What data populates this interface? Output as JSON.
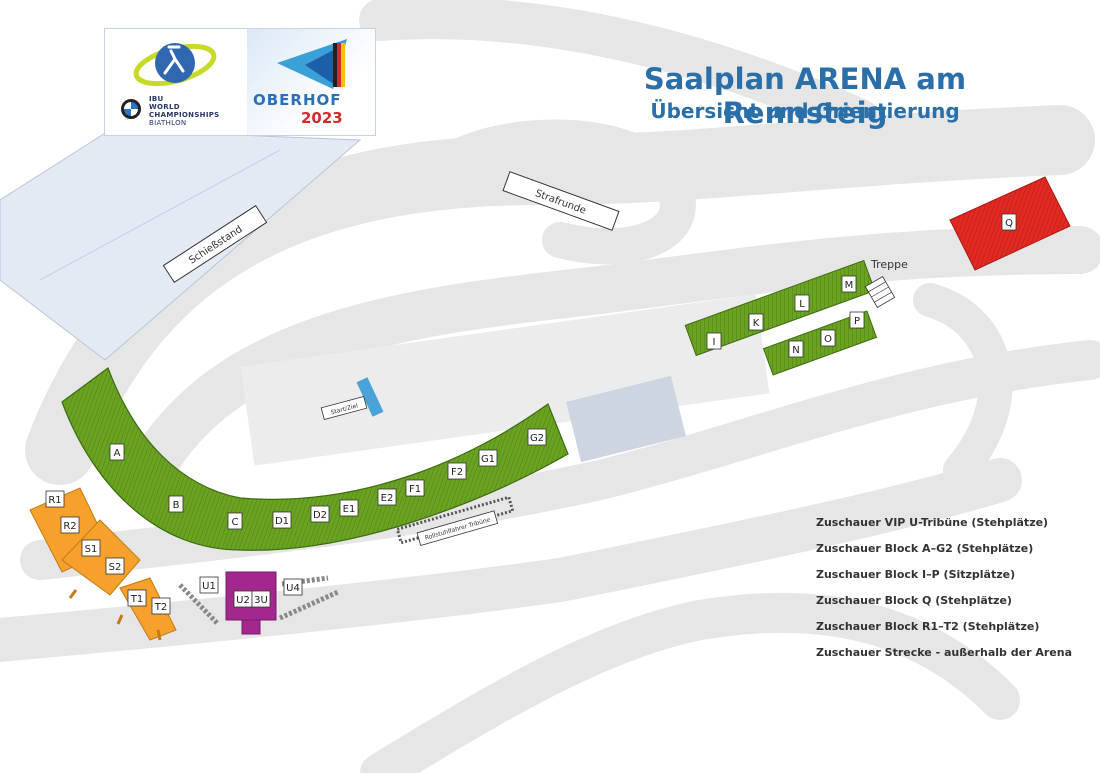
{
  "title": "Saalplan ARENA am Rennsteig",
  "subtitle": "Übersicht und Orientierung",
  "logo": {
    "ibu_lines": [
      "IBU",
      "WORLD",
      "CHAMPIONSHIPS",
      "BIATHLON"
    ],
    "host": "OBERHOF",
    "year": "2023"
  },
  "places": {
    "schiessstand": "Schießstand",
    "strafrunde": "Strafrunde",
    "start_ziel": "Start/Ziel",
    "rollstuhl": "Rollstuhlfahrer Tribüne",
    "treppe": "Treppe"
  },
  "blocks": {
    "green_curve": [
      "A",
      "B",
      "C",
      "D1",
      "D2",
      "E1",
      "E2",
      "F1",
      "F2",
      "G1",
      "G2"
    ],
    "upper_row": [
      "I",
      "K",
      "L",
      "M"
    ],
    "lower_row": [
      "N",
      "O",
      "P"
    ],
    "red": [
      "Q"
    ],
    "orange": [
      "R1",
      "R2",
      "S1",
      "S2",
      "T1",
      "T2"
    ],
    "purple": [
      "U1",
      "U2",
      "3U",
      "U4"
    ]
  },
  "legend": [
    "Zuschauer VIP U-Tribüne (Stehplätze)",
    "Zuschauer Block A–G2 (Stehplätze)",
    "Zuschauer Block I–P  (Sitzplätze)",
    "Zuschauer Block  Q (Stehplätze)",
    "Zuschauer Block R1–T2 (Stehplätze)",
    "Zuschauer Strecke - außerhalb der Arena"
  ],
  "colors": {
    "green": "#6aa221",
    "red": "#e02a22",
    "orange": "#f5a12c",
    "purple": "#a2288e",
    "road": "#e8e8e8",
    "title": "#2a6fa8"
  }
}
